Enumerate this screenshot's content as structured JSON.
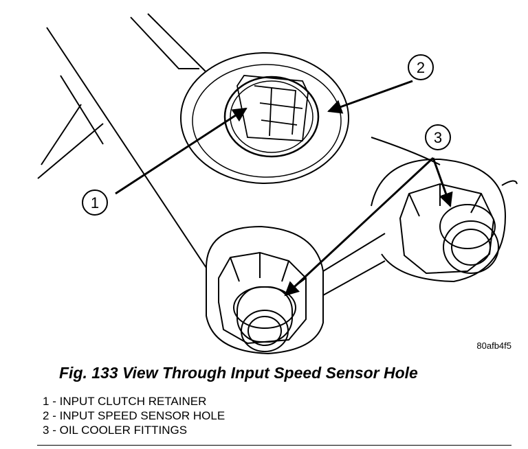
{
  "diagram": {
    "callouts": [
      {
        "number": "1"
      },
      {
        "number": "2"
      },
      {
        "number": "3"
      }
    ],
    "reference_code": "80afb4f5"
  },
  "caption": "Fig. 133 View Through Input Speed Sensor Hole",
  "legend": [
    {
      "number": "1",
      "separator": "-",
      "label": "INPUT CLUTCH RETAINER"
    },
    {
      "number": "2",
      "separator": "-",
      "label": "INPUT SPEED SENSOR HOLE"
    },
    {
      "number": "3",
      "separator": "-",
      "label": "OIL COOLER FITTINGS"
    }
  ]
}
